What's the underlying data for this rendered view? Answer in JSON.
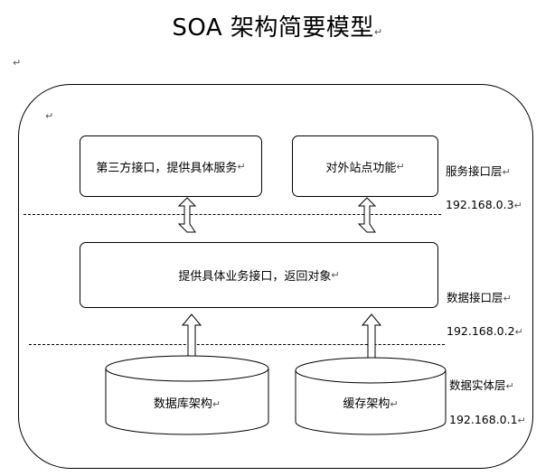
{
  "title": "SOA 架构简要模型",
  "paragraph_mark": "↵",
  "boxes": {
    "third_party": "第三方接口，提供具体服务",
    "external_site": "对外站点功能",
    "business": "提供具体业务接口，返回对象"
  },
  "cylinders": {
    "database": "数据库架构",
    "cache": "缓存架构"
  },
  "layers": {
    "service": "服务接口层",
    "data_interface": "数据接口层",
    "data_entity": "数据实体层"
  },
  "ips": {
    "ip3": "192.168.0.3",
    "ip2": "192.168.0.2",
    "ip1": "192.168.0.1"
  }
}
